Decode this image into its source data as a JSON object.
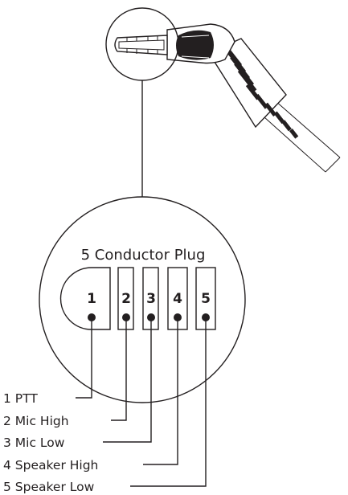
{
  "diagram": {
    "title": "5 Conductor Plug",
    "contacts": [
      {
        "number": "1",
        "label": "1 PTT"
      },
      {
        "number": "2",
        "label": "2 Mic High"
      },
      {
        "number": "3",
        "label": "3 Mic Low"
      },
      {
        "number": "4",
        "label": "4 Speaker High"
      },
      {
        "number": "5",
        "label": "5 Speaker Low"
      }
    ],
    "colors": {
      "line": "#231f20",
      "background": "#ffffff"
    }
  }
}
